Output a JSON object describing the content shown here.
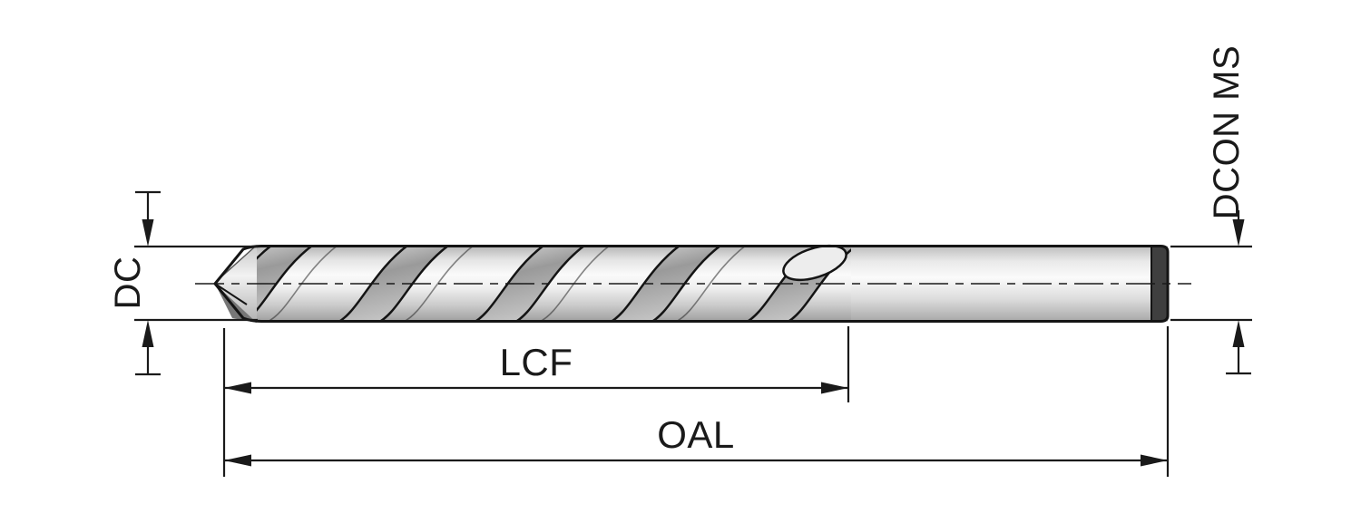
{
  "diagram": {
    "labels": {
      "dc": "DC",
      "lcf": "LCF",
      "oal": "OAL",
      "dcon_ms": "DCON MS"
    },
    "colors": {
      "line": "#1a1a1a",
      "body_highlight": "#fafafa",
      "body_shadow": "#9f9f9f",
      "groove_dark": "#8e8e8e",
      "shank_end": "#3f3f3f",
      "background": "#ffffff"
    }
  }
}
